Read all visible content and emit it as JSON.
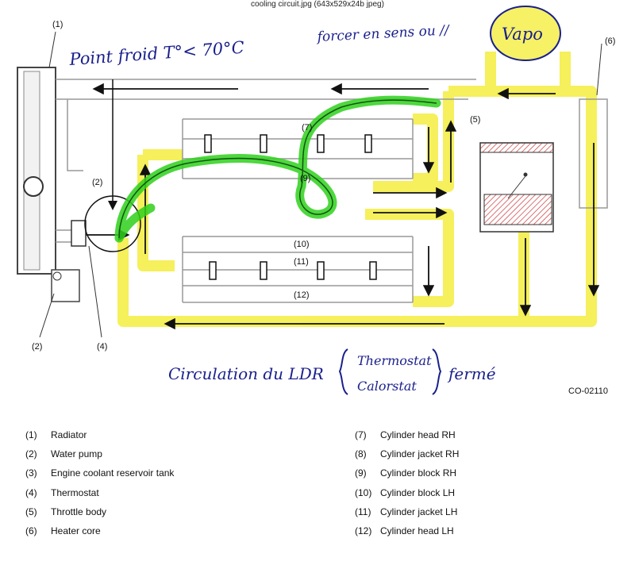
{
  "file_caption": "cooling circuit.jpg (643x529x24b jpeg)",
  "figure_code": "CO-02110",
  "callouts": {
    "radiator": "(1)",
    "reservoir": "(2)",
    "water_pump_lower": "(2)",
    "thermostat": "(4)",
    "throttle_body": "(5)",
    "heater_core": "(6)",
    "cyl_head_rh": "(7)",
    "cyl_block_rh": "(9)",
    "cyl_block_lh": "(10)",
    "cyl_jacket_lh": "(11)",
    "cyl_head_lh": "(12)"
  },
  "annotations": {
    "point_froid": "Point froid T°< 70°C",
    "forcer_sens": "forcer en sens ou //",
    "vapo": "Vapo",
    "circulation": "Circulation du LDR",
    "brace_top": "Thermostat",
    "brace_bottom": "Calorstat",
    "ferme": "fermé"
  },
  "legend_left": [
    {
      "num": "(1)",
      "label": "Radiator"
    },
    {
      "num": "(2)",
      "label": "Water pump"
    },
    {
      "num": "(3)",
      "label": "Engine coolant reservoir tank"
    },
    {
      "num": "(4)",
      "label": "Thermostat"
    },
    {
      "num": "(5)",
      "label": "Throttle body"
    },
    {
      "num": "(6)",
      "label": "Heater core"
    }
  ],
  "legend_right": [
    {
      "num": "(7)",
      "label": "Cylinder head RH"
    },
    {
      "num": "(8)",
      "label": "Cylinder jacket RH"
    },
    {
      "num": "(9)",
      "label": "Cylinder block RH"
    },
    {
      "num": "(10)",
      "label": "Cylinder block LH"
    },
    {
      "num": "(11)",
      "label": "Cylinder jacket LH"
    },
    {
      "num": "(12)",
      "label": "Cylinder head LH"
    }
  ],
  "colors": {
    "highlight_yellow": "#f4ef4a",
    "highlight_green": "#2fd11c",
    "pen_blue": "#1a1f8c",
    "line_dark": "#222222",
    "hatch": "#cc4444"
  }
}
